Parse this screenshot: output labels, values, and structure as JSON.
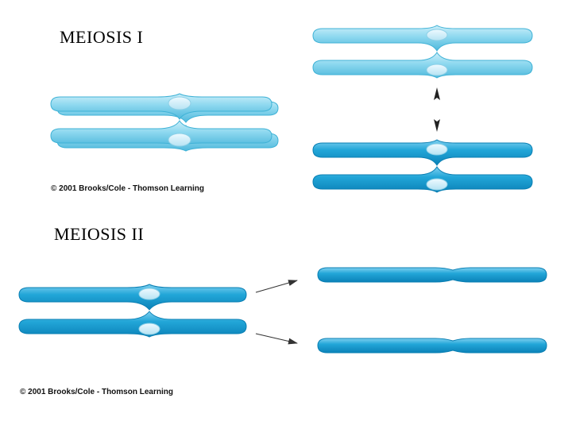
{
  "meiosis1": {
    "title": "MEIOSIS I",
    "credit": "© 2001 Brooks/Cole - Thomson Learning"
  },
  "meiosis2": {
    "title": "MEIOSIS II",
    "credit": "© 2001 Brooks/Cole - Thomson Learning"
  },
  "colors": {
    "light_blue": "#7fd3ec",
    "light_blue_edge": "#3fb2d6",
    "dark_blue": "#1aa0d4",
    "dark_blue_edge": "#0a7fb3",
    "centromere": "#c9ecf8",
    "arrow": "#333333"
  }
}
